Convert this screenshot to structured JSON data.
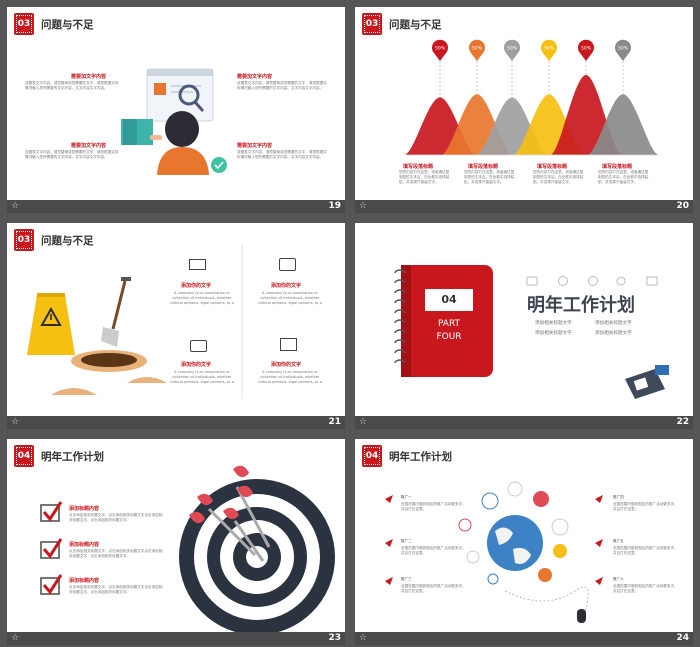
{
  "slides": [
    {
      "number": "19",
      "badge": "03",
      "title": "问题与不足",
      "points": [
        {
          "label": "需要加文字内容",
          "text": "该图表文字内容，请您替换成您需要的文字，请您根据实际情况输入您所需要的文字内容。文字内容文字内容。"
        },
        {
          "label": "需要加文字内容",
          "text": "该图表文字内容，请您替换成您需要的文字，请您根据实际情况输入您所需要的文字内容。文字内容文字内容。"
        },
        {
          "label": "需要加文字内容",
          "text": "该图表文字内容，请您替换成您需要的文字，请您根据实际情况输入您所需要的文字内容。文字内容文字内容。"
        },
        {
          "label": "需要加文字内容",
          "text": "该图表文字内容，请您替换成您需要的文字，请您根据实际情况输入您所需要的文字内容。文字内容文字内容。"
        }
      ]
    },
    {
      "number": "20",
      "badge": "03",
      "title": "问题与不足",
      "peaks": [
        {
          "pct": "50%",
          "color": "#c8181e",
          "value": 50
        },
        {
          "pct": "50%",
          "color": "#e8762f",
          "value": 50
        },
        {
          "pct": "50%",
          "color": "#a0a0a0",
          "value": 50
        },
        {
          "pct": "50%",
          "color": "#f5c012",
          "value": 50
        },
        {
          "pct": "50%",
          "color": "#c8181e",
          "value": 50
        },
        {
          "pct": "50%",
          "color": "#8a8a8a",
          "value": 50
        }
      ],
      "items": [
        {
          "label": "填写段落标题",
          "text": "您的内容打在这里，或者通过复制您的文本后，在此框中选择粘贴，并选择只保留文字。"
        },
        {
          "label": "填写段落标题",
          "text": "您的内容打在这里，或者通过复制您的文本后，在此框中选择粘贴，并选择只保留文字。"
        },
        {
          "label": "填写段落标题",
          "text": "您的内容打在这里，或者通过复制您的文本后，在此框中选择粘贴，并选择只保留文字。"
        },
        {
          "label": "填写段落标题",
          "text": "您的内容打在这里，或者通过复制您的文本后，在此框中选择粘贴，并选择只保留文字。"
        }
      ]
    },
    {
      "number": "21",
      "badge": "03",
      "title": "问题与不足",
      "features": [
        {
          "icon": "envelope-icon",
          "label": "添加你的文字",
          "text": "A company is an association or collection of individuals, whether natural persons, legal persons, or a"
        },
        {
          "icon": "chat-icon",
          "label": "添加你的文字",
          "text": "A company is an association or collection of individuals, whether natural persons, legal persons, or a"
        },
        {
          "icon": "camera-icon",
          "label": "添加你的文字",
          "text": "A company is an association or collection of individuals, whether natural persons, legal persons, or a"
        },
        {
          "icon": "image-icon",
          "label": "添加你的文字",
          "text": "A company is an association or collection of individuals, whether natural persons, legal persons, or a"
        }
      ]
    },
    {
      "number": "22",
      "part_num": "04",
      "part_line1": "PART",
      "part_line2": "FOUR",
      "title": "明年工作计划",
      "bullets": [
        "添加相关标题文字",
        "添加相关标题文字",
        "添加相关标题文字",
        "添加相关标题文字"
      ]
    },
    {
      "number": "23",
      "badge": "04",
      "title": "明年工作计划",
      "checks": [
        {
          "label": "添加标题内容",
          "text": "点击添加相关标题文字，点击添加相关标题文字点击添加相关标题文字，点击添加相关标题文字。"
        },
        {
          "label": "添加标题内容",
          "text": "点击添加相关标题文字，点击添加相关标题文字点击添加相关标题文字，点击添加相关标题文字。"
        },
        {
          "label": "添加标题内容",
          "text": "点击添加相关标题文字，点击添加相关标题文字点击添加相关标题文字，点击添加相关标题文字。"
        }
      ]
    },
    {
      "number": "24",
      "badge": "04",
      "title": "明年工作计划",
      "left_items": [
        {
          "label": "推广一",
          "text": "全国范围内做到相应的推广活动更多次，并且打在这里。"
        },
        {
          "label": "推广二",
          "text": "全国范围内做到相应的推广活动更多次，并且打在这里。"
        },
        {
          "label": "推广三",
          "text": "全国范围内做到相应的推广活动更多次，并且打在这里。"
        }
      ],
      "right_items": [
        {
          "label": "推广四",
          "text": "全国范围内做到相应的推广活动更多次，并且打在这里。"
        },
        {
          "label": "推广五",
          "text": "全国范围内做到相应的推广活动更多次，并且打在这里。"
        },
        {
          "label": "推广六",
          "text": "全国范围内做到相应的推广活动更多次，并且打在这里。"
        }
      ]
    }
  ],
  "colors": {
    "accent": "#c8181e",
    "strip": "#4a4a4c",
    "background": "#555557"
  }
}
